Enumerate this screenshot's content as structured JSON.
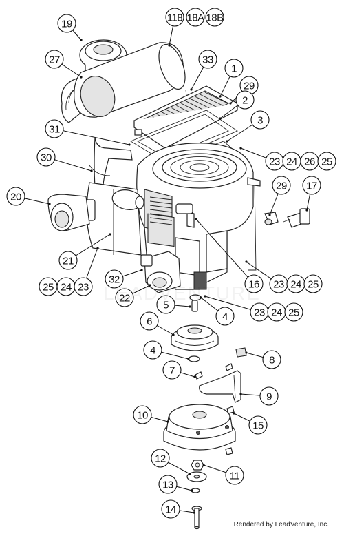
{
  "diagram": {
    "callouts": [
      {
        "id": "c19",
        "label": "19"
      },
      {
        "id": "c118",
        "label": "118"
      },
      {
        "id": "c18a",
        "label": "18A"
      },
      {
        "id": "c18b",
        "label": "18B"
      },
      {
        "id": "c27",
        "label": "27"
      },
      {
        "id": "c33",
        "label": "33"
      },
      {
        "id": "c1",
        "label": "1"
      },
      {
        "id": "c29a",
        "label": "29"
      },
      {
        "id": "c2",
        "label": "2"
      },
      {
        "id": "c31",
        "label": "31"
      },
      {
        "id": "c3",
        "label": "3"
      },
      {
        "id": "c30",
        "label": "30"
      },
      {
        "id": "c23a",
        "label": "23"
      },
      {
        "id": "c24a",
        "label": "24"
      },
      {
        "id": "c26a",
        "label": "26"
      },
      {
        "id": "c25a",
        "label": "25"
      },
      {
        "id": "c29b",
        "label": "29"
      },
      {
        "id": "c17",
        "label": "17"
      },
      {
        "id": "c20",
        "label": "20"
      },
      {
        "id": "c21",
        "label": "21"
      },
      {
        "id": "c25b",
        "label": "25"
      },
      {
        "id": "c24b",
        "label": "24"
      },
      {
        "id": "c23b",
        "label": "23"
      },
      {
        "id": "c32",
        "label": "32"
      },
      {
        "id": "c16",
        "label": "16"
      },
      {
        "id": "c23c",
        "label": "23"
      },
      {
        "id": "c24c",
        "label": "24"
      },
      {
        "id": "c25c",
        "label": "25"
      },
      {
        "id": "c22",
        "label": "22"
      },
      {
        "id": "c5",
        "label": "5"
      },
      {
        "id": "c23d",
        "label": "23"
      },
      {
        "id": "c24d",
        "label": "24"
      },
      {
        "id": "c25d",
        "label": "25"
      },
      {
        "id": "c4a",
        "label": "4"
      },
      {
        "id": "c6",
        "label": "6"
      },
      {
        "id": "c4b",
        "label": "4"
      },
      {
        "id": "c8",
        "label": "8"
      },
      {
        "id": "c7",
        "label": "7"
      },
      {
        "id": "c9",
        "label": "9"
      },
      {
        "id": "c10",
        "label": "10"
      },
      {
        "id": "c15",
        "label": "15"
      },
      {
        "id": "c12",
        "label": "12"
      },
      {
        "id": "c11",
        "label": "11"
      },
      {
        "id": "c13",
        "label": "13"
      },
      {
        "id": "c14",
        "label": "14"
      }
    ],
    "credit": "Rendered by LeadVenture, Inc."
  }
}
